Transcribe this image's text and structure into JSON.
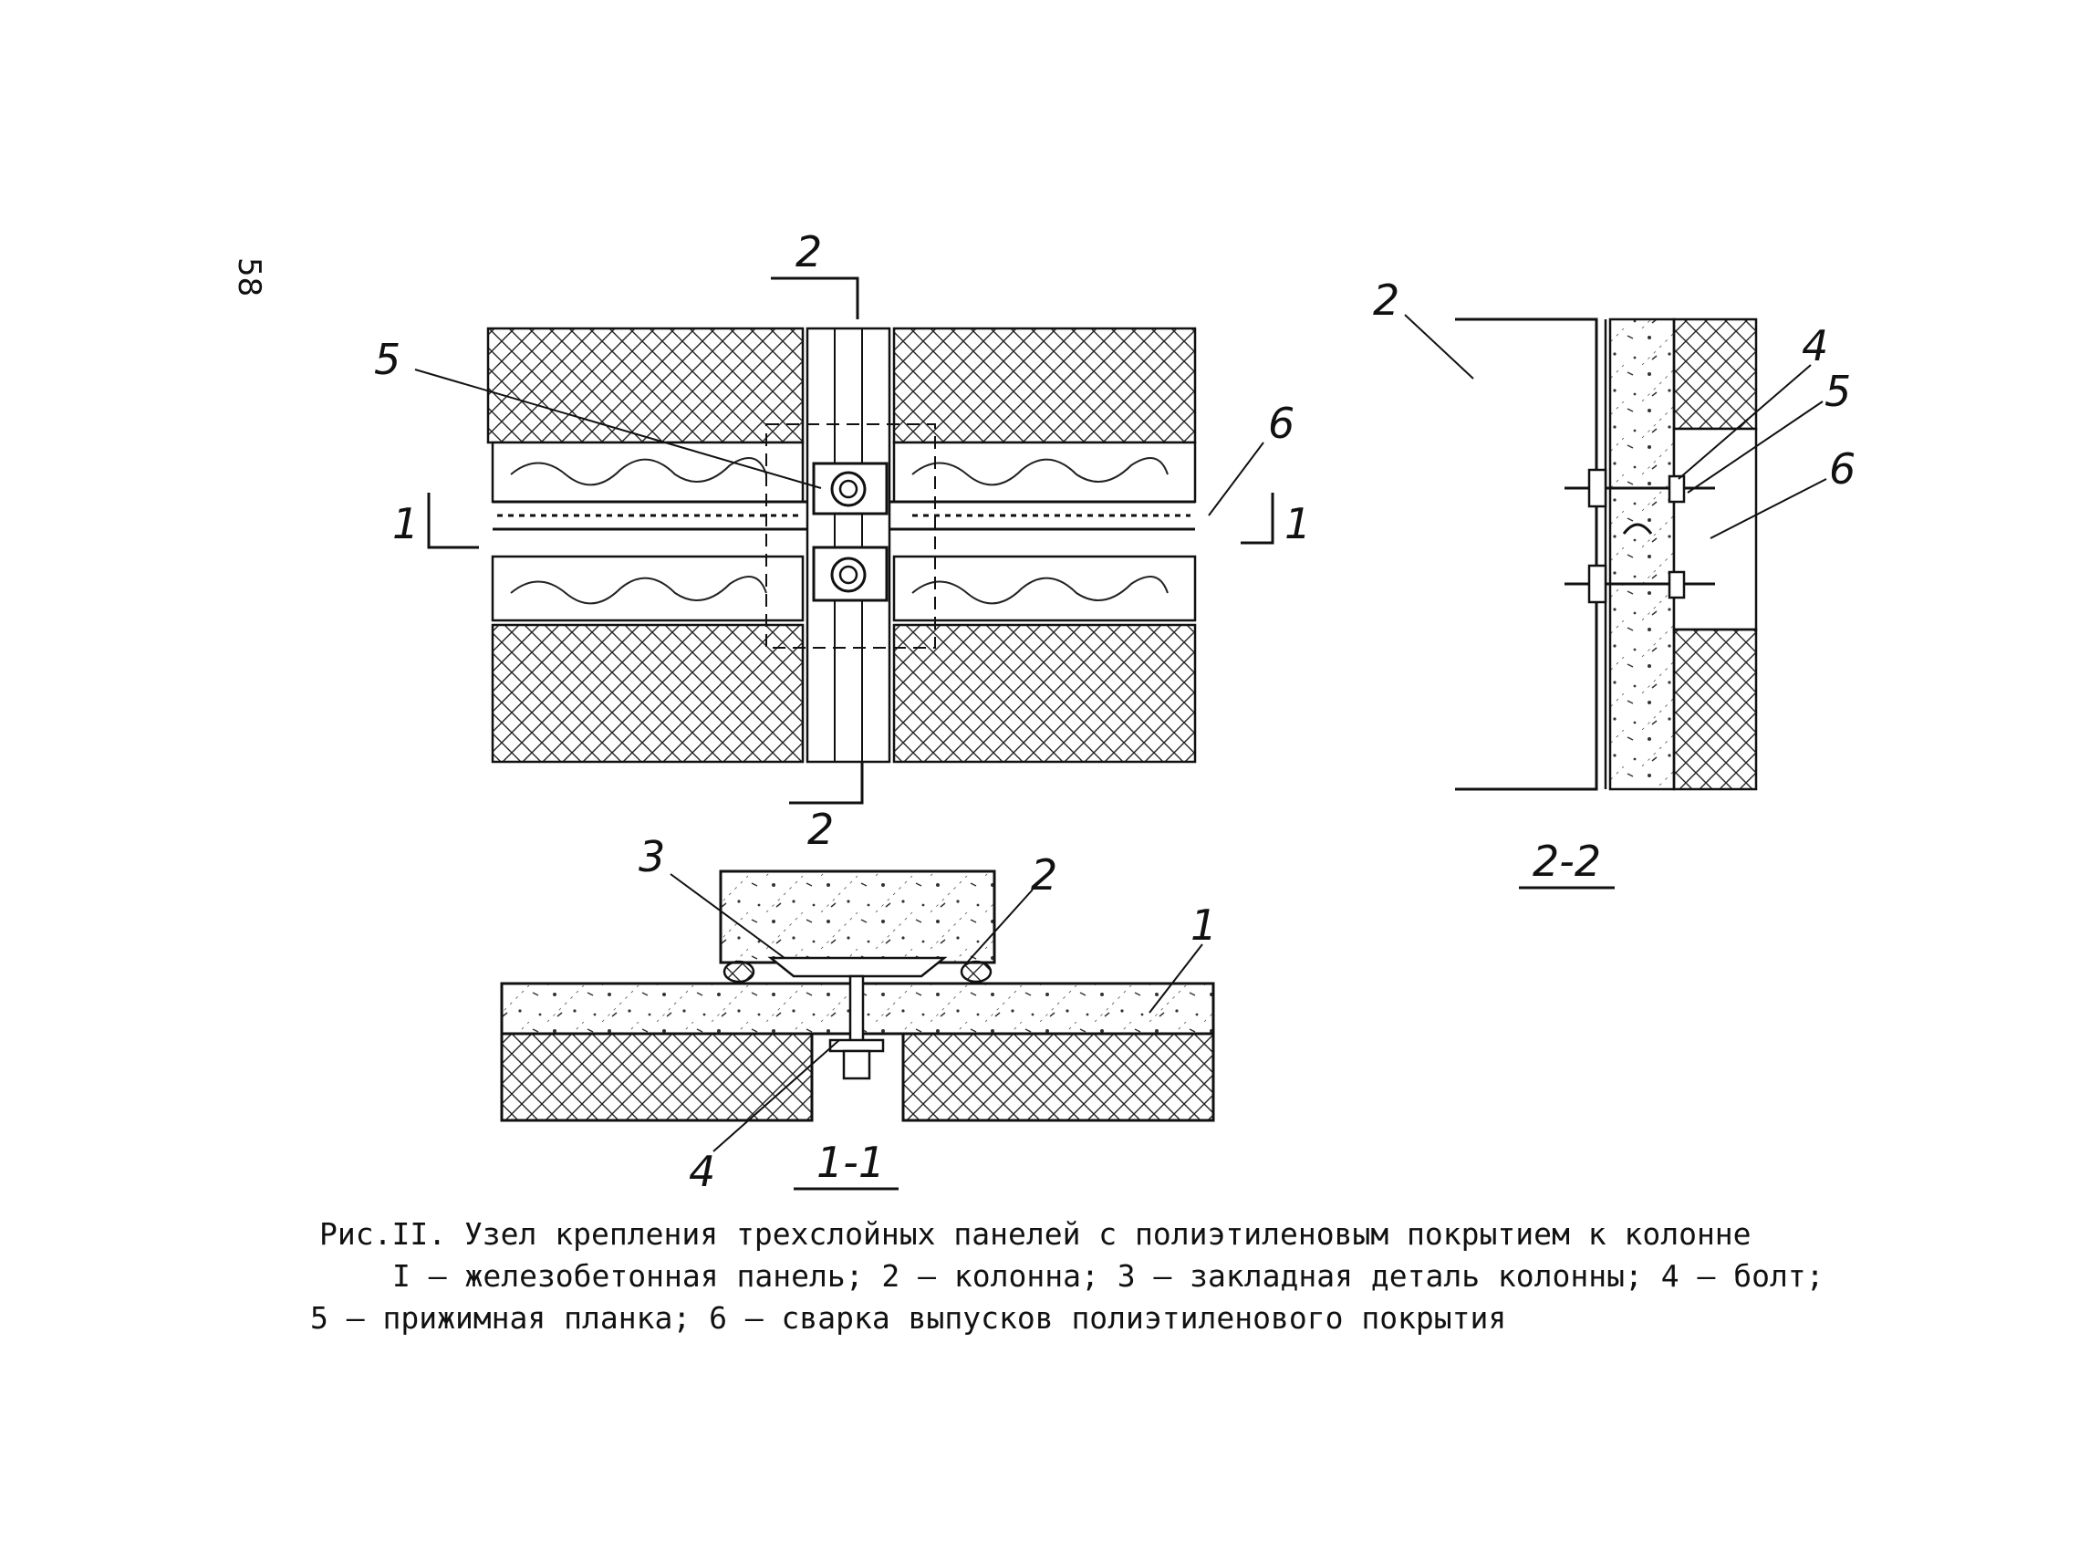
{
  "page_number": "58",
  "plan_view": {
    "section_marks": [
      "2",
      "2",
      "1",
      "1"
    ],
    "callouts": [
      "5",
      "6"
    ]
  },
  "section_1_1": {
    "title": "1-1",
    "callouts": [
      "3",
      "2",
      "1",
      "4"
    ]
  },
  "section_2_2": {
    "title": "2-2",
    "callouts": [
      "2",
      "4",
      "5",
      "6"
    ]
  },
  "caption": {
    "line1": "Рис.II. Узел крепления трехслойных панелей с полиэтиленовым покрытием к колонне",
    "line2": "I – железобетонная панель; 2 – колонна; 3 – закладная деталь колонны; 4 – болт;",
    "line3": "5 – прижимная планка; 6 – сварка выпусков полиэтиленового покрытия"
  }
}
